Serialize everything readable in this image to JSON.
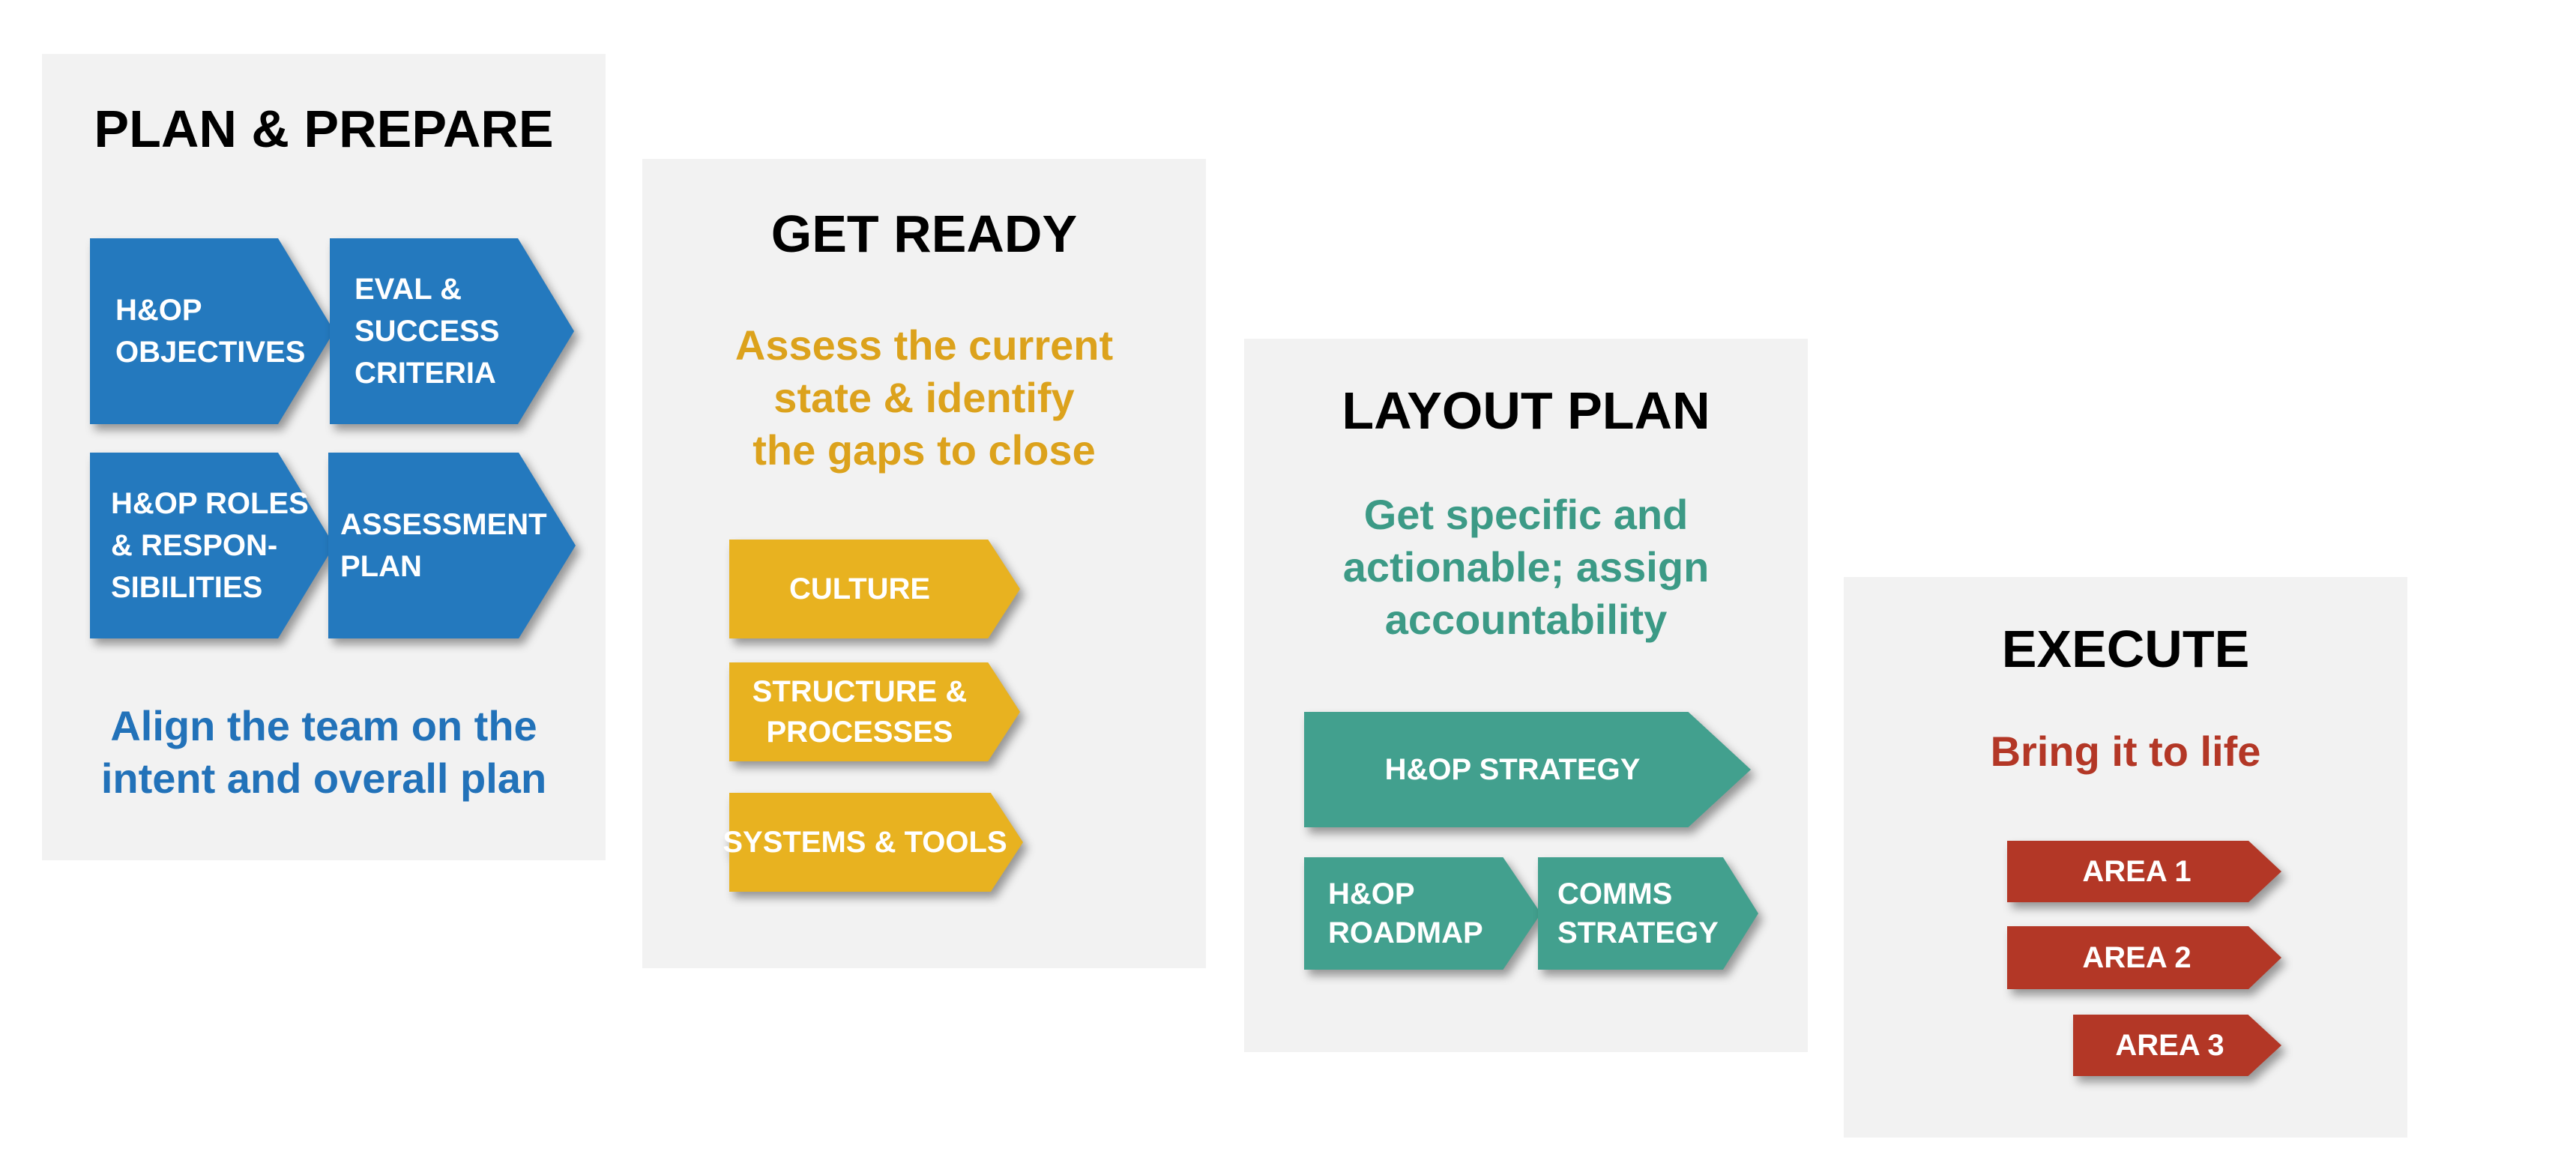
{
  "colors": {
    "panel_bg": "#f2f2f2",
    "blue": "#2479be",
    "gold": "#e8b220",
    "teal": "#42a08e",
    "red": "#b33726",
    "caption_blue": "#2272b9",
    "caption_gold": "#dca21c",
    "caption_teal": "#3c9a86",
    "caption_red": "#b33726"
  },
  "plan_prepare": {
    "title": "PLAN & PREPARE",
    "shapes": {
      "objectives": "H&OP\nOBJECTIVES",
      "eval": "EVAL &\nSUCCESS\nCRITERIA",
      "roles": "H&OP ROLES\n& RESPON-\nSIBILITIES",
      "assessment": "ASSESSMENT\nPLAN"
    },
    "caption": "Align the team on the\nintent and overall plan"
  },
  "get_ready": {
    "title": "GET READY",
    "caption": "Assess the current\nstate & identify\nthe gaps to close",
    "shapes": {
      "culture": "CULTURE",
      "structure": "STRUCTURE &\nPROCESSES",
      "systems": "SYSTEMS & TOOLS"
    }
  },
  "layout_plan": {
    "title": "LAYOUT PLAN",
    "caption": "Get specific and\nactionable; assign\naccountability",
    "shapes": {
      "strategy": "H&OP STRATEGY",
      "roadmap": "H&OP\nROADMAP",
      "comms": "COMMS\nSTRATEGY"
    }
  },
  "execute": {
    "title": "EXECUTE",
    "caption": "Bring it to life",
    "shapes": {
      "area1": "AREA 1",
      "area2": "AREA 2",
      "area3": "AREA 3"
    }
  }
}
